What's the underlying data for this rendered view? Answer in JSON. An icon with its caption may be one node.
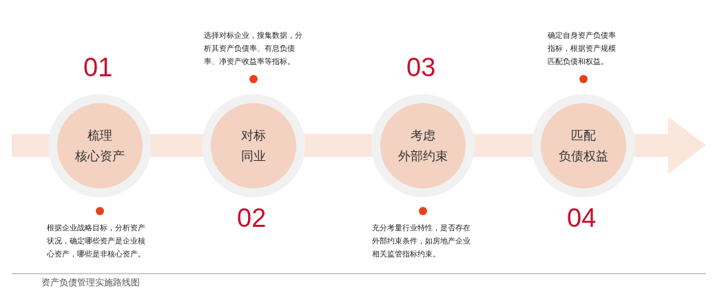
{
  "diagram": {
    "caption": "资产负债管理实施路线图",
    "nodes": [
      {
        "text": [
          "梳理",
          "核心资产"
        ],
        "beside": [
          "01"
        ]
      },
      {
        "text": [
          "对标",
          "同业"
        ],
        "beside": [
          "02"
        ]
      },
      {
        "text": [
          "考虑",
          "外部约束"
        ],
        "beside": [
          "03"
        ]
      },
      {
        "text": [
          "匹配",
          "负债权益"
        ],
        "beside": [
          "04"
        ]
      }
    ],
    "labels": [
      "选择对标企业，搜集数据，分析其资产负债率、有息负债率、净资产收益率等指标。",
      "确定自身资产负债率指标，根据资产规模匹配负债和权益。",
      "根据企业战略目标，分析资产状况，确定哪些资产是企业核心资产，哪些是非核心资产。",
      "充分考量行业特性，是否存在外部约束条件，如房地产企业相关监管指标约束。"
    ]
  }
}
